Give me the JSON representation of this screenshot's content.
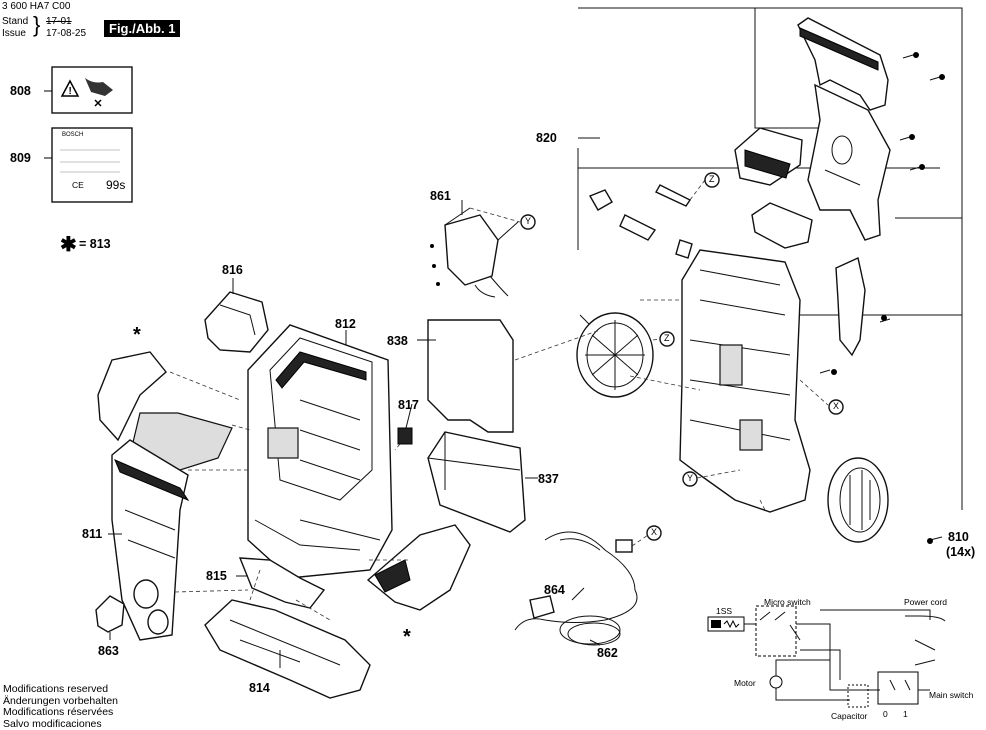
{
  "header": {
    "doc_number": "3 600 HA7 C00",
    "stand_label": "Stand",
    "issue_label": "Issue",
    "old_date": "17-01",
    "new_date": "17-08-25",
    "figure_label": "Fig./Abb. 1"
  },
  "legend": {
    "star_note": "= 813"
  },
  "labels": {
    "p808": "808",
    "p809": "809",
    "p816": "816",
    "p812": "812",
    "p811": "811",
    "p815": "815",
    "p814": "814",
    "p863": "863",
    "p861": "861",
    "p838": "838",
    "p817": "817",
    "p837": "837",
    "p864": "864",
    "p862": "862",
    "p820": "820",
    "p810": "810",
    "p810_qty": "(14x)",
    "star1": "*",
    "star2": "*"
  },
  "markers": {
    "x": "X",
    "y": "Y",
    "z": "Z"
  },
  "label_809_text": {
    "brand": "BOSCH",
    "marks": "CE",
    "code": "99s"
  },
  "schematic": {
    "micro_switch": "Micro switch",
    "power_cord": "Power cord",
    "switch_1ss": "1SS",
    "motor": "Motor",
    "capacitor": "Capacitor",
    "main_switch": "Main switch",
    "pos_0": "0",
    "pos_1": "1"
  },
  "modifications": [
    "Modifications reserved",
    "Änderungen vorbehalten",
    "Modifications réservées",
    "Salvo modificaciones"
  ]
}
